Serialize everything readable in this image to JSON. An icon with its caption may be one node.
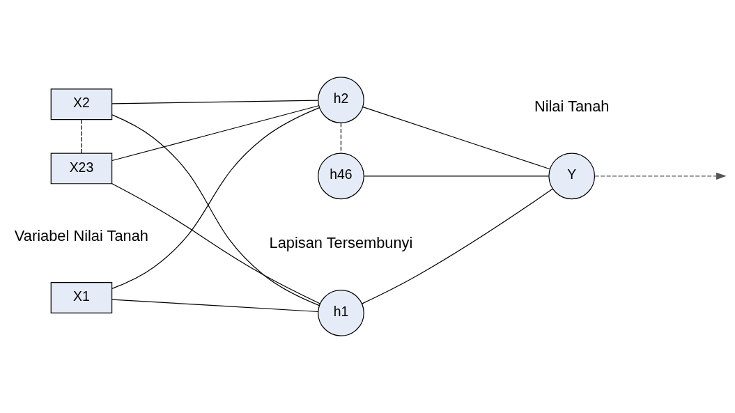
{
  "diagram": {
    "nodes": [
      {
        "text": [
          "X1"
        ]
      },
      {
        "text": [
          "X2"
        ]
      },
      {
        "text": [
          "X23"
        ]
      },
      {
        "text": [
          "h1"
        ]
      },
      {
        "text": [
          "h2"
        ]
      },
      {
        "text": [
          "h46"
        ]
      },
      {
        "text": [
          "Y"
        ]
      }
    ],
    "edges": [
      {
        "from": 0,
        "to": 3,
        "arrow": "none"
      },
      {
        "from": 0,
        "to": 4,
        "arrow": "none"
      },
      {
        "from": 1,
        "to": 3,
        "arrow": "none"
      },
      {
        "from": 1,
        "to": 4,
        "arrow": "none"
      },
      {
        "from": 2,
        "to": 3,
        "arrow": "none"
      },
      {
        "from": 2,
        "to": 4,
        "arrow": "none"
      },
      {
        "from": 3,
        "to": 6,
        "arrow": "none"
      },
      {
        "from": 4,
        "to": 6,
        "arrow": "none"
      },
      {
        "from": 5,
        "to": 6,
        "arrow": "none"
      },
      {
        "from": 1,
        "to": 2,
        "arrow": "none",
        "style": "dashed"
      },
      {
        "from": 4,
        "to": 5,
        "arrow": "none",
        "style": "dashed"
      },
      {
        "from": 6,
        "to": null,
        "arrow": "to",
        "style": "dashed",
        "color": "#555555"
      }
    ],
    "labels": [
      "Variabel Nilai Tanah",
      "Lapisan Tersembunyi",
      "Nilai Tanah"
    ]
  }
}
